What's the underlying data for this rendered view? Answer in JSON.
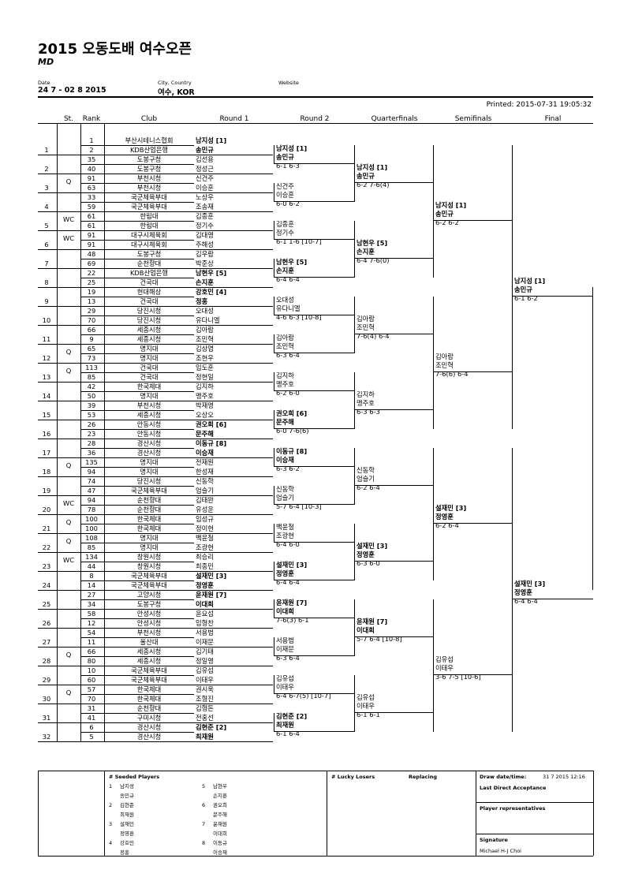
{
  "title": "2015 오동도배 여수오픈",
  "subtitle": "MD",
  "info": {
    "date_label": "Date",
    "date_value": "24 7 - 02 8 2015",
    "city_label": "City, Country",
    "city_value": "여수, KOR",
    "website_label": "Website"
  },
  "printed": "Printed: 2015-07-31 19:05:32",
  "columns": [
    "St.",
    "Rank",
    "Club",
    "Round 1",
    "Round 2",
    "Quarterfinals",
    "Semifinals",
    "Final"
  ],
  "draw": [
    {
      "pos": "1",
      "st": "",
      "r1": "1",
      "r2": "2",
      "c1": "부산시테니스협회",
      "c2": "KDB산업은행",
      "n1": "남지성 [1]",
      "n2": "송민규",
      "bold": true
    },
    {
      "pos": "2",
      "st": "",
      "r1": "35",
      "r2": "40",
      "c1": "도봉구청",
      "c2": "도봉구청",
      "n1": "김선용",
      "n2": "정성근"
    },
    {
      "pos": "3",
      "st": "Q",
      "r1": "91",
      "r2": "63",
      "c1": "부천시청",
      "c2": "부천시청",
      "n1": "신건주",
      "n2": "이승훈"
    },
    {
      "pos": "4",
      "st": "",
      "r1": "33",
      "r2": "59",
      "c1": "국군체육부대",
      "c2": "국군체육부대",
      "n1": "노상우",
      "n2": "조송재"
    },
    {
      "pos": "5",
      "st": "WC",
      "r1": "61",
      "r2": "61",
      "c1": "한림대",
      "c2": "한림대",
      "n1": "김종훈",
      "n2": "정기수"
    },
    {
      "pos": "6",
      "st": "WC",
      "r1": "91",
      "r2": "91",
      "c1": "대구시체육회",
      "c2": "대구시체육회",
      "n1": "김대영",
      "n2": "주해성"
    },
    {
      "pos": "7",
      "st": "",
      "r1": "48",
      "r2": "69",
      "c1": "도봉구청",
      "c2": "순천향대",
      "n1": "김우람",
      "n2": "박준상"
    },
    {
      "pos": "8",
      "st": "",
      "r1": "22",
      "r2": "25",
      "c1": "KDB산업은행",
      "c2": "건국대",
      "n1": "남현우 [5]",
      "n2": "손지훈",
      "bold": true
    },
    {
      "pos": "9",
      "st": "",
      "r1": "19",
      "r2": "13",
      "c1": "현대해상",
      "c2": "건국대",
      "n1": "강호민 [4]",
      "n2": "정홍",
      "bold": true
    },
    {
      "pos": "10",
      "st": "",
      "r1": "29",
      "r2": "70",
      "c1": "당진시청",
      "c2": "당진시청",
      "n1": "오대성",
      "n2": "유다니엘"
    },
    {
      "pos": "11",
      "st": "",
      "r1": "66",
      "r2": "9",
      "c1": "세종시청",
      "c2": "세종시청",
      "n1": "김아람",
      "n2": "조민혁"
    },
    {
      "pos": "12",
      "st": "Q",
      "r1": "65",
      "r2": "73",
      "c1": "명지대",
      "c2": "명지대",
      "n1": "김상엽",
      "n2": "조현우"
    },
    {
      "pos": "13",
      "st": "Q",
      "r1": "113",
      "r2": "85",
      "c1": "건국대",
      "c2": "건국대",
      "n1": "임도훈",
      "n2": "정현일"
    },
    {
      "pos": "14",
      "st": "",
      "r1": "42",
      "r2": "50",
      "c1": "한국체대",
      "c2": "명지대",
      "n1": "김지하",
      "n2": "맹주호"
    },
    {
      "pos": "15",
      "st": "",
      "r1": "39",
      "r2": "53",
      "c1": "부천시청",
      "c2": "세종시청",
      "n1": "박재영",
      "n2": "오상오"
    },
    {
      "pos": "16",
      "st": "",
      "r1": "26",
      "r2": "23",
      "c1": "안동시청",
      "c2": "안동시청",
      "n1": "권오희 [6]",
      "n2": "문주해",
      "bold": true
    },
    {
      "pos": "17",
      "st": "",
      "r1": "28",
      "r2": "36",
      "c1": "경산시청",
      "c2": "경산시청",
      "n1": "이동규 [8]",
      "n2": "이승재",
      "bold": true
    },
    {
      "pos": "18",
      "st": "Q",
      "r1": "135",
      "r2": "94",
      "c1": "명지대",
      "c2": "명지대",
      "n1": "전재원",
      "n2": "한성재"
    },
    {
      "pos": "19",
      "st": "",
      "r1": "74",
      "r2": "47",
      "c1": "당진시청",
      "c2": "국군체육부대",
      "n1": "신동학",
      "n2": "엄슬기"
    },
    {
      "pos": "20",
      "st": "WC",
      "r1": "94",
      "r2": "78",
      "c1": "순천향대",
      "c2": "순천향대",
      "n1": "김태완",
      "n2": "유성운"
    },
    {
      "pos": "21",
      "st": "Q",
      "r1": "100",
      "r2": "100",
      "c1": "한국체대",
      "c2": "한국체대",
      "n1": "임성규",
      "n2": "정이현"
    },
    {
      "pos": "22",
      "st": "Q",
      "r1": "108",
      "r2": "85",
      "c1": "명지대",
      "c2": "명지대",
      "n1": "백윤철",
      "n2": "조광현"
    },
    {
      "pos": "23",
      "st": "WC",
      "r1": "134",
      "r2": "44",
      "c1": "창원시청",
      "c2": "창원시청",
      "n1": "최승리",
      "n2": "최종민"
    },
    {
      "pos": "24",
      "st": "",
      "r1": "8",
      "r2": "14",
      "c1": "국군체육부대",
      "c2": "국군체육부대",
      "n1": "설재민 [3]",
      "n2": "정영훈",
      "bold": true
    },
    {
      "pos": "25",
      "st": "",
      "r1": "27",
      "r2": "34",
      "c1": "고양시청",
      "c2": "도봉구청",
      "n1": "윤재원 [7]",
      "n2": "이대희",
      "bold": true
    },
    {
      "pos": "26",
      "st": "",
      "r1": "58",
      "r2": "12",
      "c1": "안성시청",
      "c2": "안성시청",
      "n1": "윤요섭",
      "n2": "임형찬"
    },
    {
      "pos": "27",
      "st": "",
      "r1": "54",
      "r2": "11",
      "c1": "부천시청",
      "c2": "울산대",
      "n1": "서용범",
      "n2": "이재문"
    },
    {
      "pos": "28",
      "st": "Q",
      "r1": "66",
      "r2": "80",
      "c1": "세종시청",
      "c2": "세종시청",
      "n1": "김기태",
      "n2": "정일영"
    },
    {
      "pos": "29",
      "st": "",
      "r1": "10",
      "r2": "60",
      "c1": "국군체육부대",
      "c2": "국군체육부대",
      "n1": "김유섭",
      "n2": "이태우"
    },
    {
      "pos": "30",
      "st": "Q",
      "r1": "57",
      "r2": "70",
      "c1": "한국체대",
      "c2": "한국체대",
      "n1": "권시욱",
      "n2": "조형진"
    },
    {
      "pos": "31",
      "st": "",
      "r1": "31",
      "r2": "41",
      "c1": "순천향대",
      "c2": "구미시청",
      "n1": "김형돈",
      "n2": "전홍선"
    },
    {
      "pos": "32",
      "st": "",
      "r1": "6",
      "r2": "5",
      "c1": "경산시청",
      "c2": "경산시청",
      "n1": "김현준 [2]",
      "n2": "최재원",
      "bold": true
    }
  ],
  "round2": [
    {
      "a": "남지성 [1]",
      "b": "송민규",
      "s": "6-1 6-3",
      "bold": true
    },
    {
      "a": "신건주",
      "b": "이승훈",
      "s": "6-0 6-2"
    },
    {
      "a": "김종훈",
      "b": "정기수",
      "s": "6-1 1-6 [10-7]"
    },
    {
      "a": "남현우 [5]",
      "b": "손지훈",
      "s": "6-4 6-4",
      "bold": true
    },
    {
      "a": "오대성",
      "b": "유다니엘",
      "s": "4-6 6-3 [10-8]"
    },
    {
      "a": "김아람",
      "b": "조민혁",
      "s": "6-3 6-4"
    },
    {
      "a": "김지하",
      "b": "맹주호",
      "s": "6-2 6-0"
    },
    {
      "a": "권오희 [6]",
      "b": "문주해",
      "s": "6-0 7-6(6)",
      "bold": true
    },
    {
      "a": "이동규 [8]",
      "b": "이승재",
      "s": "6-3 6-2",
      "bold": true
    },
    {
      "a": "신동학",
      "b": "엄슬기",
      "s": "5-7 6-4 [10-3]"
    },
    {
      "a": "백윤철",
      "b": "조광현",
      "s": "6-4 6-0"
    },
    {
      "a": "설재민 [3]",
      "b": "정영훈",
      "s": "6-4 6-4",
      "bold": true
    },
    {
      "a": "윤재원 [7]",
      "b": "이대희",
      "s": "7-6(3) 6-1",
      "bold": true
    },
    {
      "a": "서용범",
      "b": "이재문",
      "s": "6-3 6-4"
    },
    {
      "a": "김유섭",
      "b": "이태우",
      "s": "6-4 6-7(5) [10-7]"
    },
    {
      "a": "김현준 [2]",
      "b": "최재원",
      "s": "6-1 6-4",
      "bold": true
    }
  ],
  "qf": [
    {
      "a": "남지성 [1]",
      "b": "송민규",
      "s": "6-2 7-6(4)",
      "bold": true
    },
    {
      "a": "남현우 [5]",
      "b": "손지훈",
      "s": "6-4 7-6(0)",
      "bold": true
    },
    {
      "a": "김아람",
      "b": "조민혁",
      "s": "7-6(4) 6-4"
    },
    {
      "a": "김지하",
      "b": "맹주호",
      "s": "6-3 6-3"
    },
    {
      "a": "신동학",
      "b": "엄슬기",
      "s": "6-2 6-4"
    },
    {
      "a": "설재민 [3]",
      "b": "정영훈",
      "s": "6-3 6-0",
      "bold": true
    },
    {
      "a": "윤재원 [7]",
      "b": "이대희",
      "s": "5-7 6-4 [10-8]",
      "bold": true
    },
    {
      "a": "김유섭",
      "b": "이태우",
      "s": "6-1 6-1"
    }
  ],
  "sf": [
    {
      "a": "남지성 [1]",
      "b": "송민규",
      "s": "6-2 6-2",
      "bold": true
    },
    {
      "a": "김아람",
      "b": "조민혁",
      "s": "7-6(6) 6-4"
    },
    {
      "a": "설재민 [3]",
      "b": "정영훈",
      "s": "6-2 6-4",
      "bold": true
    },
    {
      "a": "김유섭",
      "b": "이태우",
      "s": "3-6 7-5 [10-6]"
    }
  ],
  "final": [
    {
      "a": "남지성 [1]",
      "b": "송민규",
      "s": "6-1 6-2",
      "bold": true
    },
    {
      "a": "설재민 [3]",
      "b": "정영훈",
      "s": "6-4 6-4",
      "bold": true
    }
  ],
  "footer": {
    "seeded_title": "#  Seeded Players",
    "seeds": [
      {
        "n": "1",
        "a": "남지성",
        "b": "송민규"
      },
      {
        "n": "2",
        "a": "김현준",
        "b": "최재원"
      },
      {
        "n": "3",
        "a": "설재민",
        "b": "정영훈"
      },
      {
        "n": "4",
        "a": "강호민",
        "b": "정홍"
      },
      {
        "n": "5",
        "a": "남현우",
        "b": "손지훈"
      },
      {
        "n": "6",
        "a": "권오희",
        "b": "문주해"
      },
      {
        "n": "7",
        "a": "윤재원",
        "b": "이대희"
      },
      {
        "n": "8",
        "a": "이동규",
        "b": "이승재"
      }
    ],
    "lucky_losers": "# Lucky Losers",
    "replacing": "Replacing",
    "draw_date_label": "Draw date/time:",
    "draw_date_value": "31 7 2015 12:16",
    "last_direct": "Last Direct Acceptance",
    "player_reps": "Player representatives",
    "signature": "Signature",
    "signer": "Michael H-J Choi"
  }
}
